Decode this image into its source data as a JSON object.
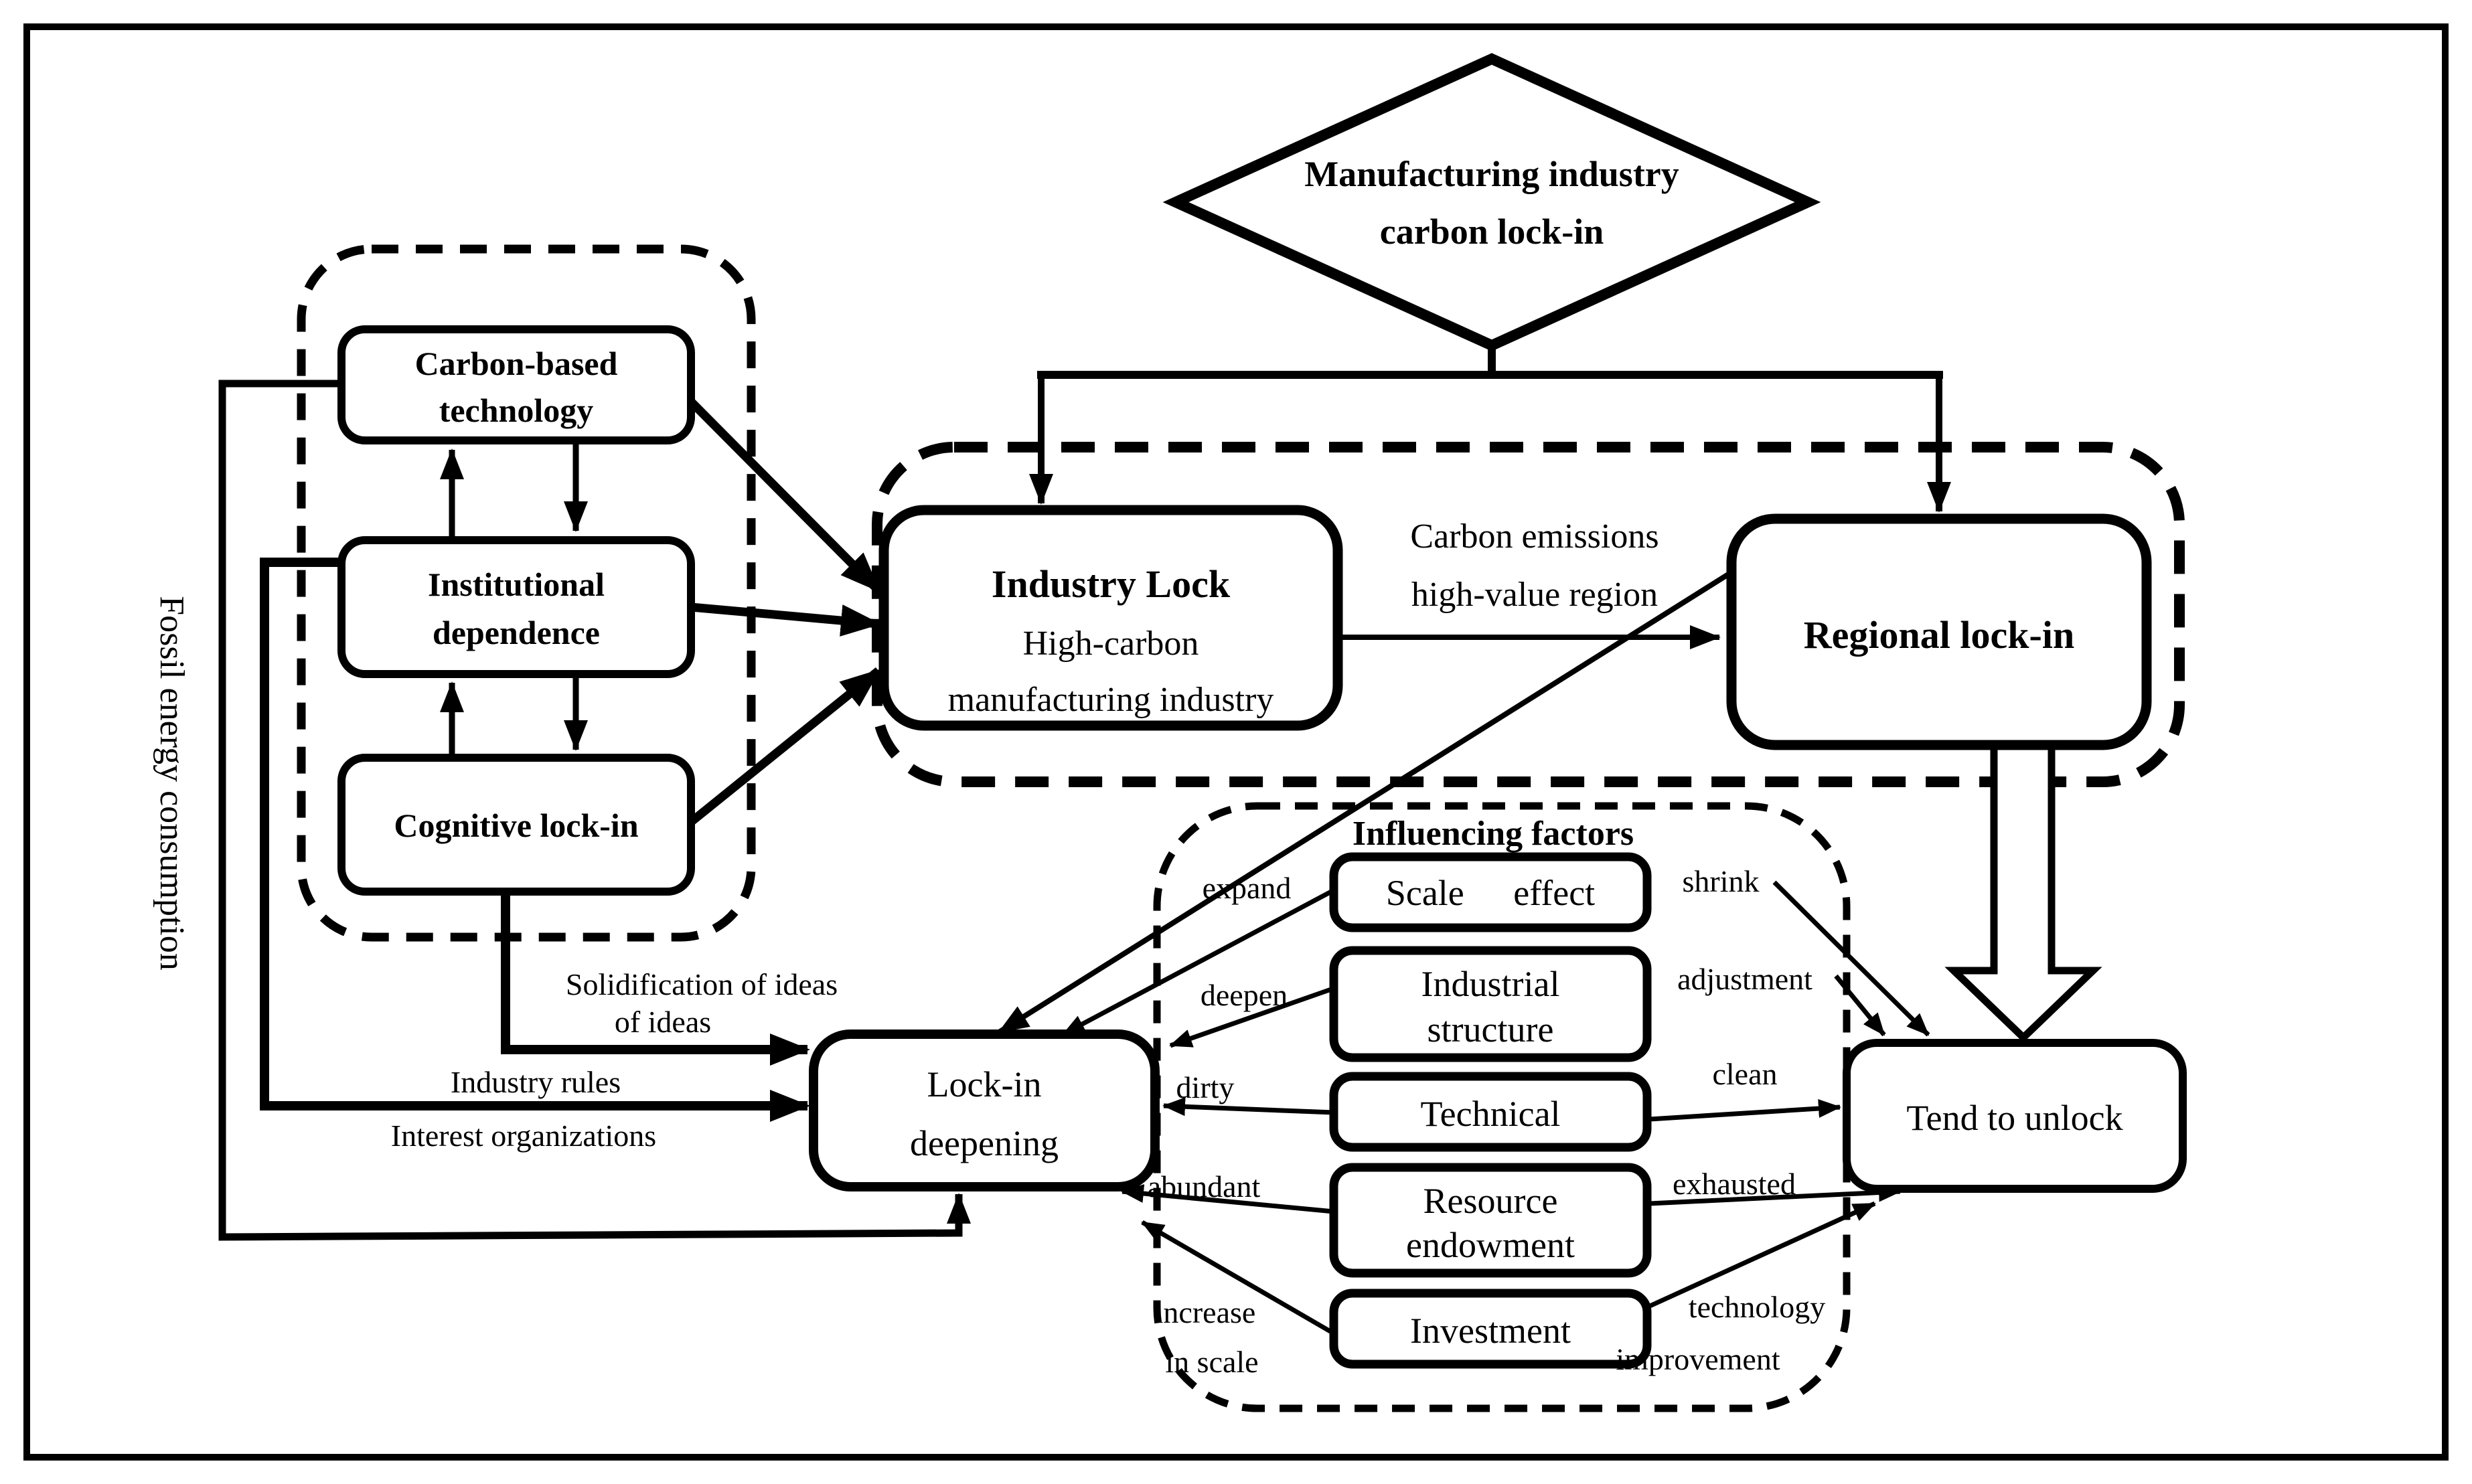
{
  "colors": {
    "ink": "#000000",
    "paper": "#ffffff"
  },
  "diamond": {
    "line1": "Manufacturing industry",
    "line2": "carbon lock-in"
  },
  "fossil_label": "Fossil energy consumption",
  "left_panel": {
    "carbon_tech": {
      "line1": "Carbon-based",
      "line2": "technology"
    },
    "institutional": {
      "line1": "Institutional",
      "line2": "dependence"
    },
    "cognitive": {
      "label": "Cognitive lock-in"
    }
  },
  "industry_lock": {
    "title": "Industry Lock",
    "sub1": "High-carbon",
    "sub2": "manufacturing industry"
  },
  "regional_lock": {
    "label": "Regional lock-in"
  },
  "emission_label": {
    "line1": "Carbon emissions",
    "line2": "high-value region"
  },
  "lockin_deepening": {
    "line1": "Lock-in",
    "line2": "deepening"
  },
  "tend_unlock": {
    "label": "Tend to unlock"
  },
  "influencing": {
    "title": "Influencing factors",
    "factors": [
      {
        "lines": [
          "Scale effect"
        ]
      },
      {
        "lines": [
          "Industrial",
          "structure"
        ]
      },
      {
        "lines": [
          "Technical"
        ]
      },
      {
        "lines": [
          "Resource",
          "endowment"
        ]
      },
      {
        "lines": [
          "Investment"
        ]
      }
    ]
  },
  "edge_labels": {
    "expand": "expand",
    "shrink": "shrink",
    "deepen": "deepen",
    "adjustment": "adjustment",
    "dirty": "dirty",
    "clean": "clean",
    "abundant": "abundant",
    "exhausted": "exhausted",
    "increase_1": "increase",
    "increase_2": "in scale",
    "technology_1": "technology",
    "technology_2": "improvement",
    "solidification_1": "Solidification of ideas",
    "solidification_2": "of ideas",
    "industry_rules": "Industry rules",
    "interest_orgs": "Interest organizations"
  }
}
